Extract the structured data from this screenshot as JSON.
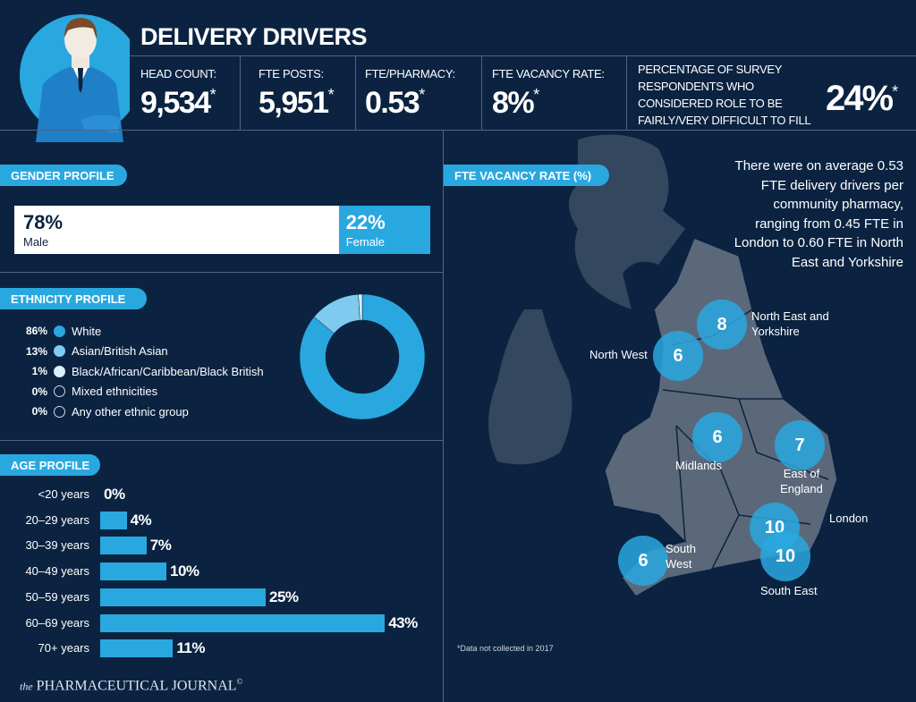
{
  "header": {
    "title": "DELIVERY DRIVERS",
    "stats": [
      {
        "label": "HEAD COUNT:",
        "value": "9,534",
        "note": "*"
      },
      {
        "label": "FTE POSTS:",
        "value": "5,951",
        "note": "*"
      },
      {
        "label": "FTE/PHARMACY:",
        "value": "0.53",
        "note": "*"
      },
      {
        "label": "FTE VACANCY RATE:",
        "value": "8%",
        "note": "*"
      }
    ],
    "difficulty": {
      "label": "PERCENTAGE OF SURVEY RESPONDENTS WHO CONSIDERED ROLE TO BE FAIRLY/VERY DIFFICULT TO FILL",
      "value": "24%",
      "note": "*"
    }
  },
  "colors": {
    "background": "#0b2341",
    "accent": "#29a8e0",
    "light": "#7ecbef",
    "lightest": "#d9f0fb",
    "map": "#5b687a"
  },
  "chart_data": [
    {
      "type": "bar",
      "title": "GENDER PROFILE",
      "categories": [
        "Male",
        "Female"
      ],
      "values": [
        78,
        22
      ],
      "labels": [
        "78%",
        "22%"
      ]
    },
    {
      "type": "pie",
      "title": "ETHNICITY PROFILE",
      "categories": [
        "White",
        "Asian/British Asian",
        "Black/African/Caribbean/Black British",
        "Mixed ethnicities",
        "Any other ethnic group"
      ],
      "values": [
        86,
        13,
        1,
        0,
        0
      ],
      "labels": [
        "86%",
        "13%",
        "1%",
        "0%",
        "0%"
      ]
    },
    {
      "type": "bar",
      "title": "AGE PROFILE",
      "categories": [
        "<20 years",
        "20–29 years",
        "30–39 years",
        "40–49 years",
        "50–59 years",
        "60–69 years",
        "70+ years"
      ],
      "values": [
        0,
        4,
        7,
        10,
        25,
        43,
        11
      ],
      "labels": [
        "0%",
        "4%",
        "7%",
        "10%",
        "25%",
        "43%",
        "11%"
      ]
    },
    {
      "type": "map",
      "title": "FTE VACANCY RATE (%)",
      "regions": [
        {
          "name": "North East and Yorkshire",
          "value": "8"
        },
        {
          "name": "North West",
          "value": "6"
        },
        {
          "name": "Midlands",
          "value": "6"
        },
        {
          "name": "East of England",
          "value": "7"
        },
        {
          "name": "London",
          "value": "10"
        },
        {
          "name": "South West",
          "value": "6"
        },
        {
          "name": "South East",
          "value": "10"
        }
      ]
    }
  ],
  "map_note": "There were on average 0.53 FTE delivery drivers per community pharmacy, ranging from 0.45 FTE in London to 0.60 FTE in North East and Yorkshire",
  "footnote": "*Data not collected in 2017",
  "logo": "the PHARMACEUTICAL JOURNAL©"
}
